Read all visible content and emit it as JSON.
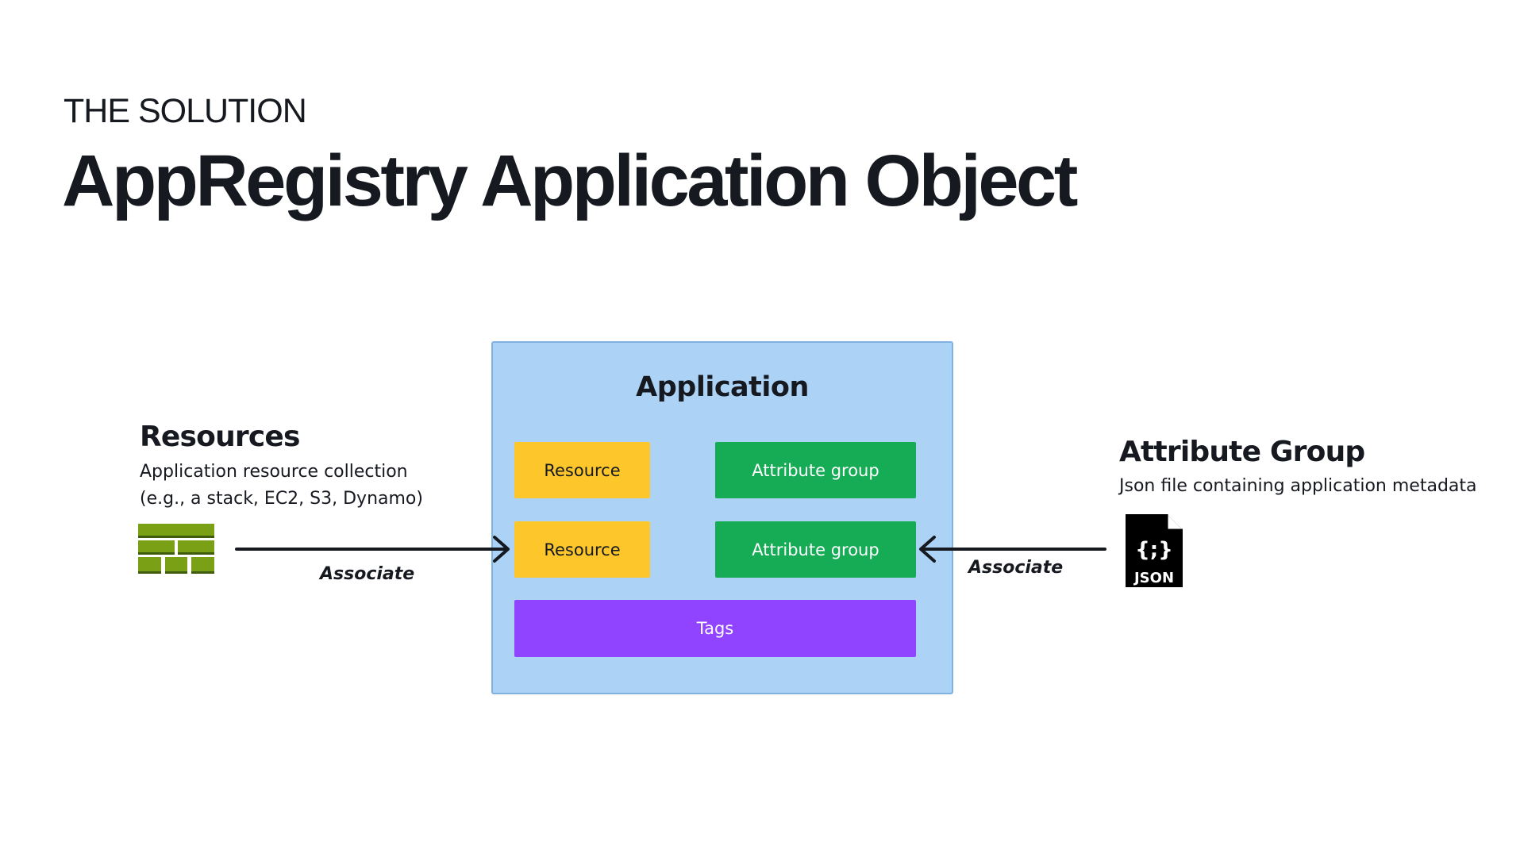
{
  "header": {
    "kicker": "THE SOLUTION",
    "title": "AppRegistry Application Object"
  },
  "resources": {
    "title": "Resources",
    "desc_line1": "Application resource collection",
    "desc_line2": "(e.g., a stack, EC2, S3, Dynamo)",
    "icon": "brick-wall-icon",
    "associate_label": "Associate"
  },
  "application": {
    "title": "Application",
    "resource_1": "Resource",
    "resource_2": "Resource",
    "attribute_1": "Attribute group",
    "attribute_2": "Attribute group",
    "tags": "Tags"
  },
  "attribute_group": {
    "title": "Attribute Group",
    "desc": "Json file containing application metadata",
    "icon": "json-file-icon",
    "icon_text": "JSON",
    "icon_braces": "{;}",
    "associate_label": "Associate"
  },
  "colors": {
    "container_bg": "#acd3f5",
    "resource_box": "#fdc72c",
    "attribute_box": "#16ab55",
    "tags_box": "#9144ff",
    "brick": "#7aa116",
    "text": "#16191f"
  }
}
